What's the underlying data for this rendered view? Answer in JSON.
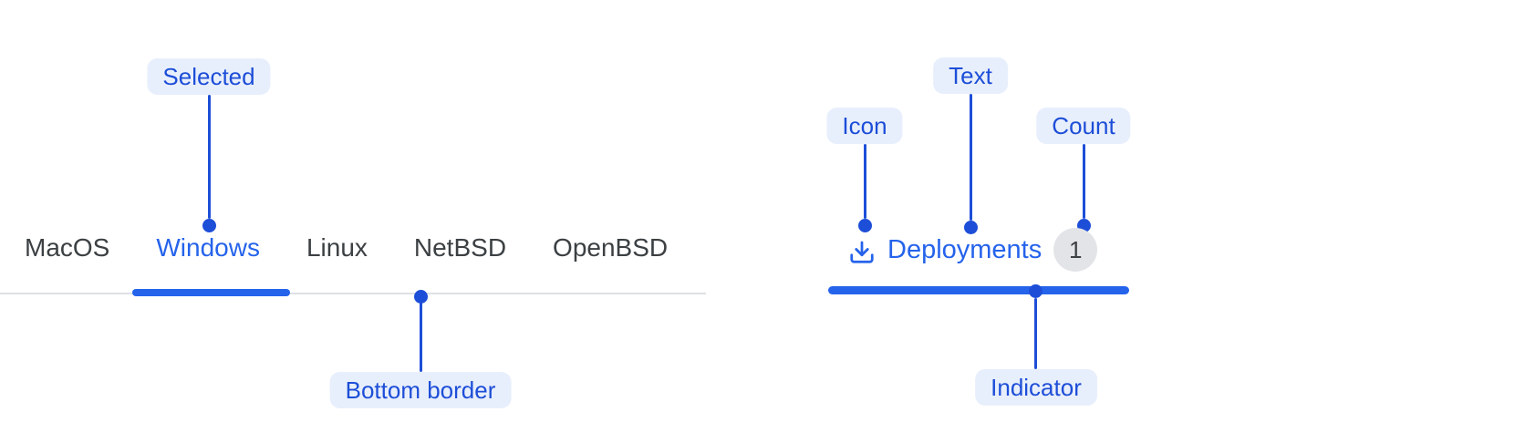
{
  "annotations": {
    "selected": "Selected",
    "bottom_border": "Bottom border",
    "icon": "Icon",
    "text": "Text",
    "count": "Count",
    "indicator": "Indicator"
  },
  "os_tabs": {
    "items": [
      {
        "label": "MacOS",
        "selected": false
      },
      {
        "label": "Windows",
        "selected": true
      },
      {
        "label": "Linux",
        "selected": false
      },
      {
        "label": "NetBSD",
        "selected": false
      },
      {
        "label": "OpenBSD",
        "selected": false
      }
    ]
  },
  "deployments_tab": {
    "icon": "download-icon",
    "label": "Deployments",
    "count": "1"
  },
  "colors": {
    "accent_blue": "#2563eb",
    "annotation_blue": "#1d4ed8",
    "annotation_pill_bg": "#e8effc",
    "tab_text": "#3c4043",
    "border_gray": "#dfe1e5",
    "badge_bg": "#e2e4e8",
    "badge_text": "#3c4043"
  }
}
